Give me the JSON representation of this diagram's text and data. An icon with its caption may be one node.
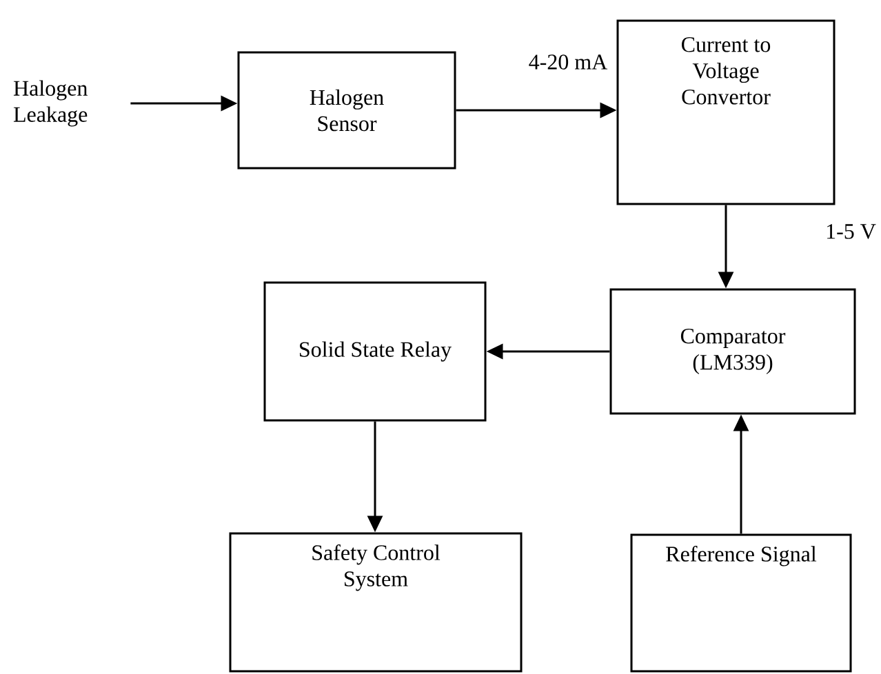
{
  "diagram": {
    "nodes": [
      {
        "text": [
          "Halogen Leakage"
        ]
      },
      {
        "text": [
          "Halogen Sensor"
        ]
      },
      {
        "text": [
          "Current to Voltage Convertor"
        ]
      },
      {
        "text": [
          "Comparator (LM339)"
        ]
      },
      {
        "text": [
          "Solid State Relay"
        ]
      },
      {
        "text": [
          "Safety Control System"
        ]
      },
      {
        "text": [
          "Reference Signal"
        ]
      }
    ],
    "edges": [
      {
        "from": 0,
        "to": 1,
        "arrow": "to"
      },
      {
        "from": 1,
        "to": 2,
        "arrow": "to",
        "label": "4-20 mA"
      },
      {
        "from": 2,
        "to": 3,
        "arrow": "to",
        "label": "1-5 V"
      },
      {
        "from": 3,
        "to": 4,
        "arrow": "to"
      },
      {
        "from": 4,
        "to": 5,
        "arrow": "to"
      },
      {
        "from": 6,
        "to": 3,
        "arrow": "to"
      }
    ]
  }
}
